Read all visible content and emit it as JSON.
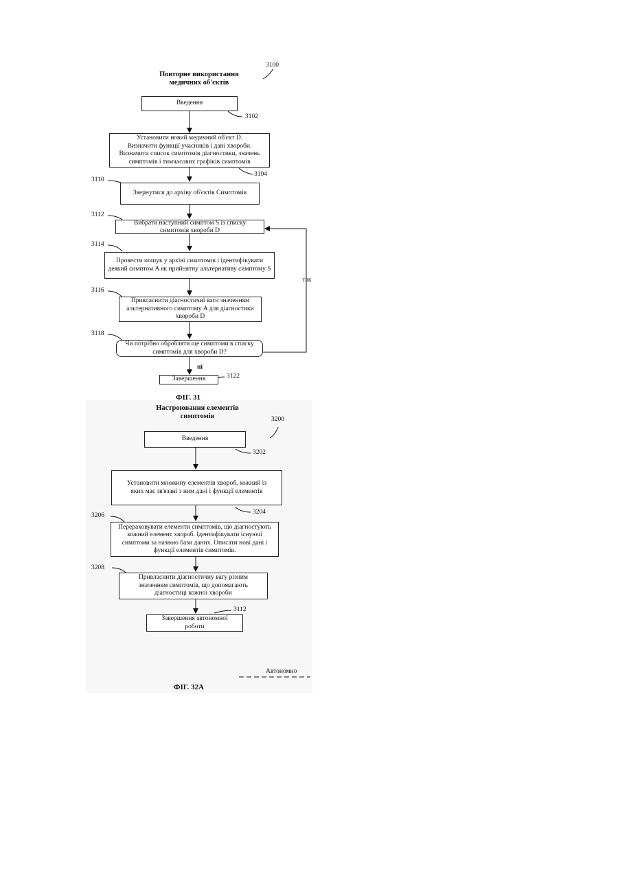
{
  "fig31": {
    "title_line1": "Повторне використання",
    "title_line2": "медичних об'єктів",
    "ref": "3100",
    "start": {
      "label": "Введення",
      "ref": "3102"
    },
    "step_3104": {
      "lines": [
        "Установити новий медичний об'єкт D.",
        "Визначити функції учасників і дані хвороби.",
        "Визначити список симптомів діагностики, значень",
        "симптомів і тимчасових графіків симптомів"
      ],
      "ref": "3104"
    },
    "step_3110": {
      "label": "Звернутися до архіву об'єктів Симптомів",
      "ref": "3110"
    },
    "step_3112": {
      "lines": [
        "Вибрати наступний симптом S із списку",
        "симптомів хвороби D"
      ],
      "ref": "3112"
    },
    "step_3114": {
      "lines": [
        "Провести пошук у архіві симптомів і ідентифікувати",
        "деякий симптом A як прийнятну альтернативу симптому S"
      ],
      "ref": "3114"
    },
    "step_3116": {
      "lines": [
        "Привласнити діагностичні ваги значенням",
        "альтернативного симптому A для діагностики",
        "хвороби D"
      ],
      "ref": "3116"
    },
    "step_3118": {
      "lines": [
        "Чи потрібно обробляти ще симптоми в списку",
        "симптомів для хвороби D?"
      ],
      "ref": "3118"
    },
    "loop_label": "так",
    "no_label": "ні",
    "end": {
      "label": "Завершення",
      "ref": "3122"
    },
    "caption": "ФІГ. 31"
  },
  "fig32a": {
    "title_line1": "Настроювання елементів",
    "title_line2": "симптомів",
    "ref": "3200",
    "start": {
      "label": "Введення",
      "ref": "3202"
    },
    "step_3204": {
      "lines": [
        "Установити множину елементів хвороб, кожний із",
        "яких має зв'язані з ним дані і функції елементів"
      ],
      "ref": "3204"
    },
    "step_3206": {
      "lines": [
        "Перераховувати елементи симптомів, що діагностують",
        "кожний елемент хвороб. Ідентифікувати існуючі",
        "симптоми за назвою бази даних. Описати нові дані і",
        "функції елементів симптомів."
      ],
      "ref": "3206"
    },
    "step_3208": {
      "lines": [
        "Привласнити діагностичну вагу різним",
        "значенням симптомів, що допомагають",
        "діагностиці кожної хвороби"
      ],
      "ref": "3208"
    },
    "end": {
      "lines": [
        "Завершення автономної",
        "роботи"
      ],
      "ref": "3112"
    },
    "legend": "Автономно",
    "caption": "ФІГ. 32А"
  }
}
